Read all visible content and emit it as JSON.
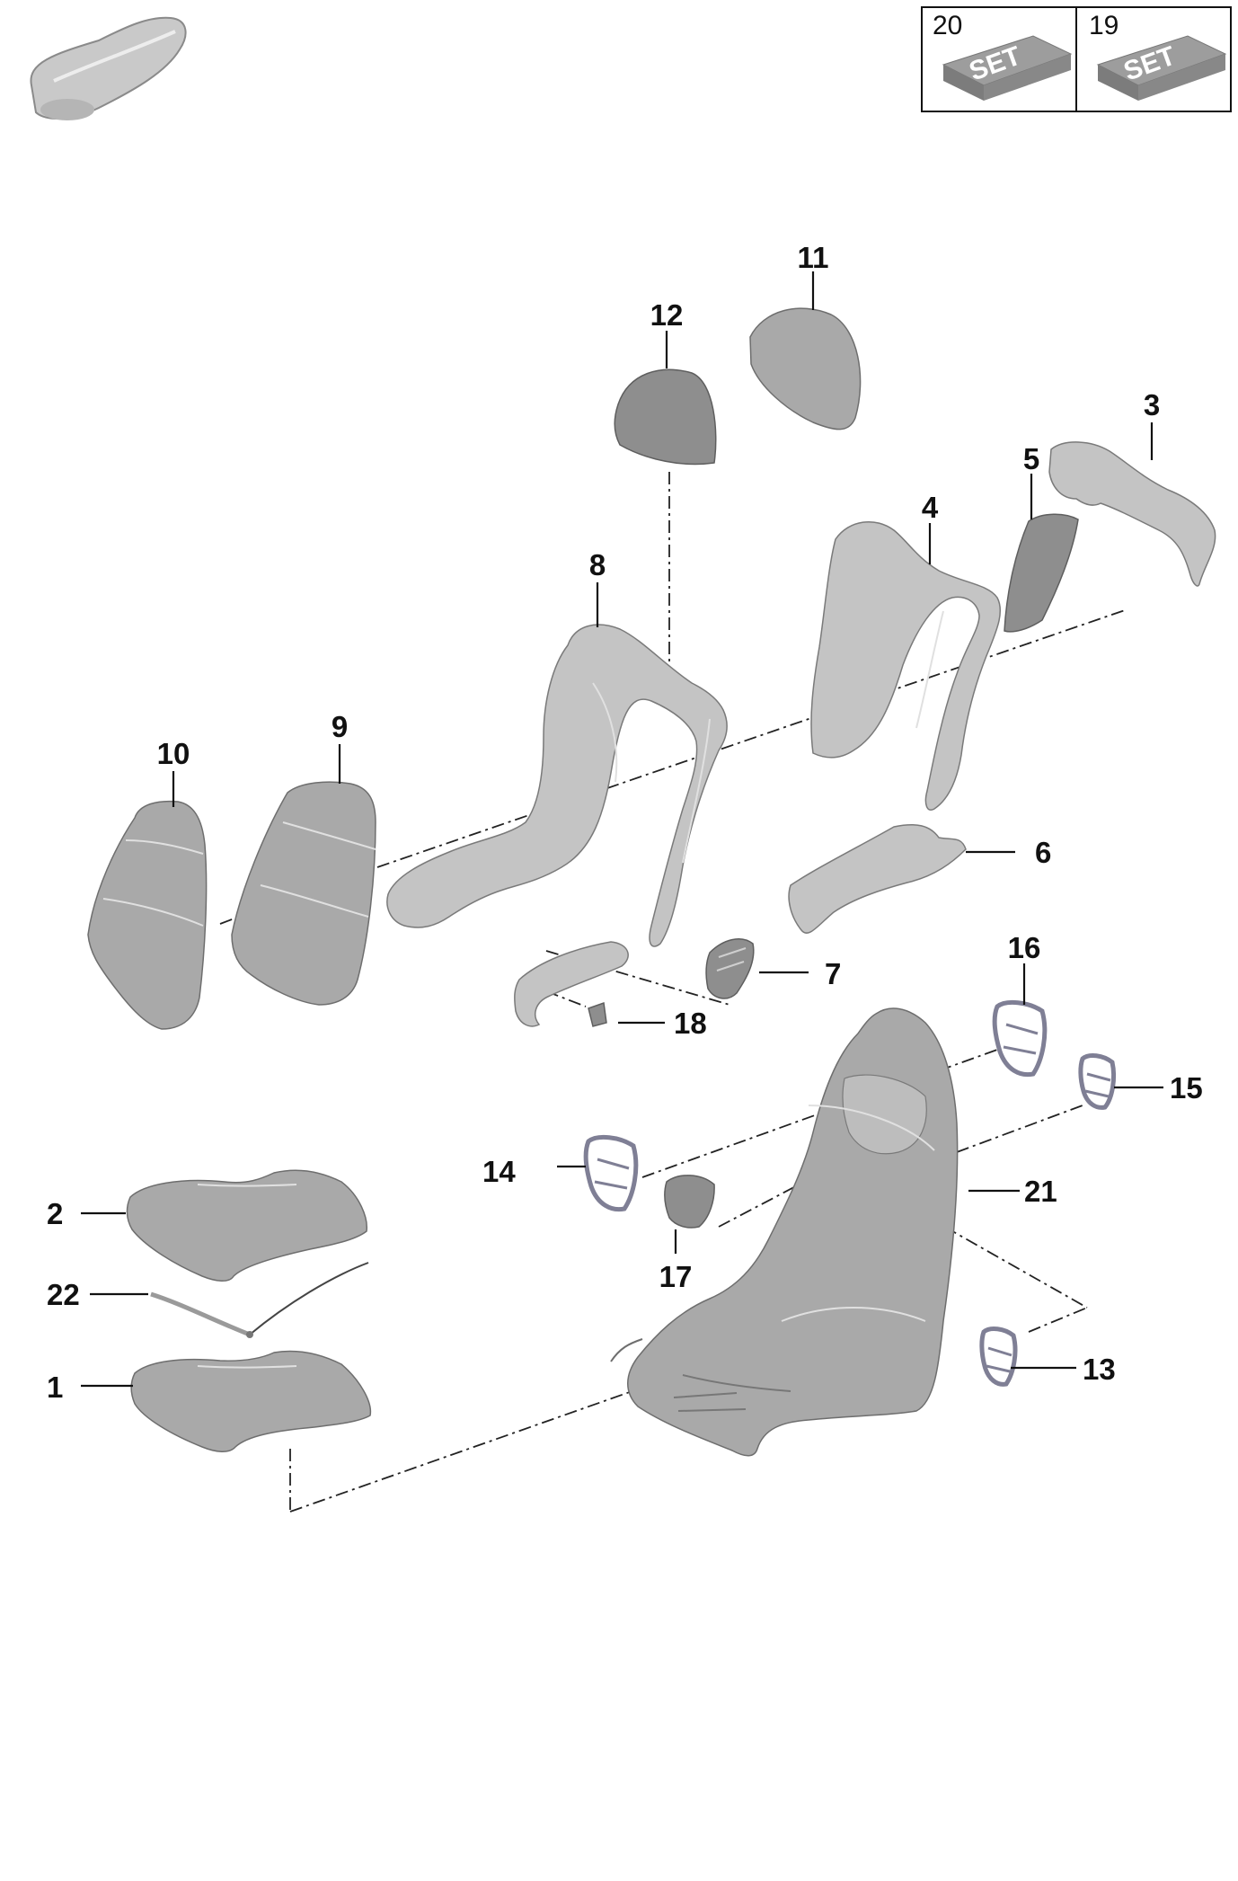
{
  "set_boxes": [
    {
      "number": "20",
      "text": "SET"
    },
    {
      "number": "19",
      "text": "SET"
    }
  ],
  "callouts": {
    "c1": "1",
    "c2": "2",
    "c3": "3",
    "c4": "4",
    "c5": "5",
    "c6": "6",
    "c7": "7",
    "c8": "8",
    "c9": "9",
    "c10": "10",
    "c11": "11",
    "c12": "12",
    "c13": "13",
    "c14": "14",
    "c15": "15",
    "c16": "16",
    "c17": "17",
    "c18": "18",
    "c21": "21",
    "c22": "22"
  },
  "colors": {
    "part_fill": "#a9a9a9",
    "part_dark": "#8e8e8e",
    "frame_metal": "#7f7f95"
  }
}
